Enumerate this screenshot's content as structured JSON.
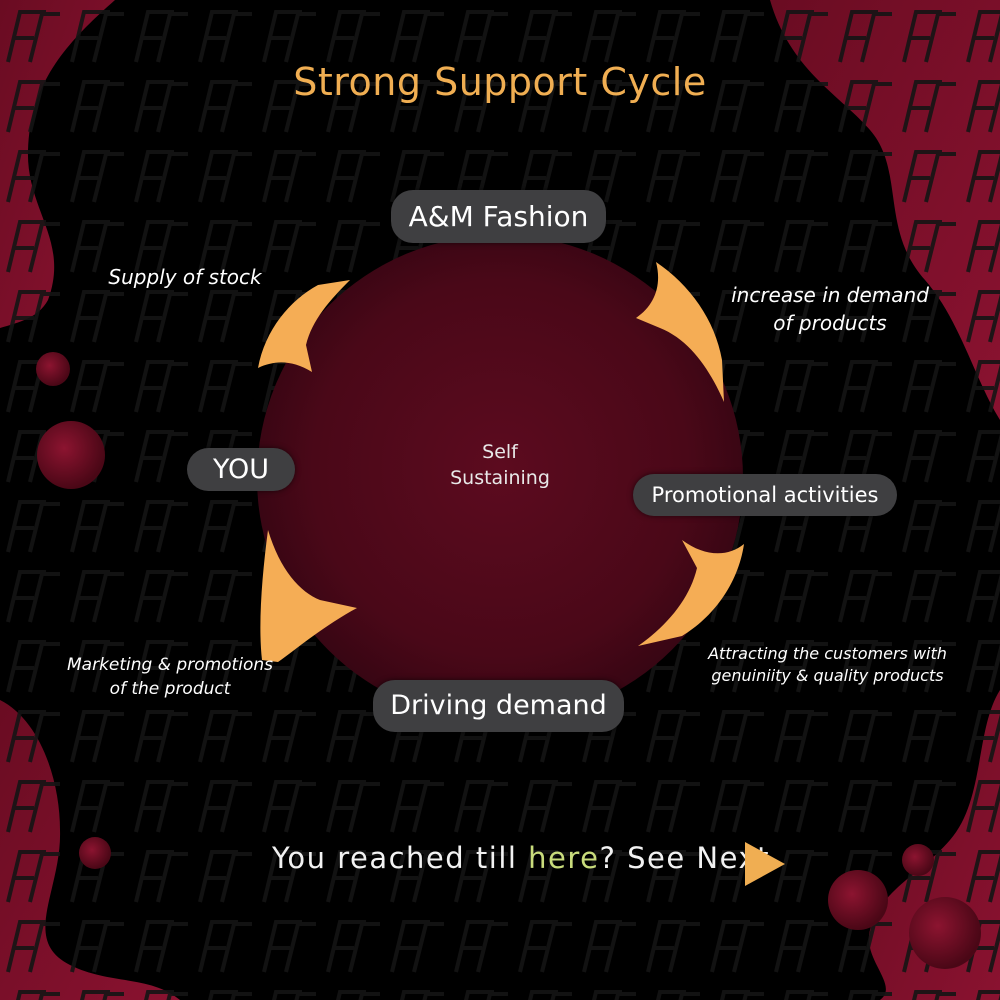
{
  "title": "Strong Support Cycle",
  "center": {
    "line1": "Self",
    "line2": "Sustaining"
  },
  "nodes": {
    "top": "A&M Fashion",
    "right": "Promotional activities",
    "bottom": "Driving demand",
    "left": "YOU"
  },
  "edges": {
    "top_right": {
      "line1": "increase in demand",
      "line2": "of products"
    },
    "right_bottom": {
      "line1": "Attracting the customers with",
      "line2": "genuiniity & quality products"
    },
    "bottom_left": {
      "line1": "Marketing & promotions",
      "line2": "of the product"
    },
    "left_top": "Supply of stock"
  },
  "footer": {
    "prefix": "You reached till ",
    "highlight": "here",
    "suffix": "? See Next"
  },
  "icons": {
    "next": "play-arrow-icon"
  },
  "colors": {
    "accent": "#f0ae52",
    "highlight": "#c9dc7c",
    "maroon": "#7a0f26",
    "pill": "#3f3f41",
    "background": "#000000"
  }
}
